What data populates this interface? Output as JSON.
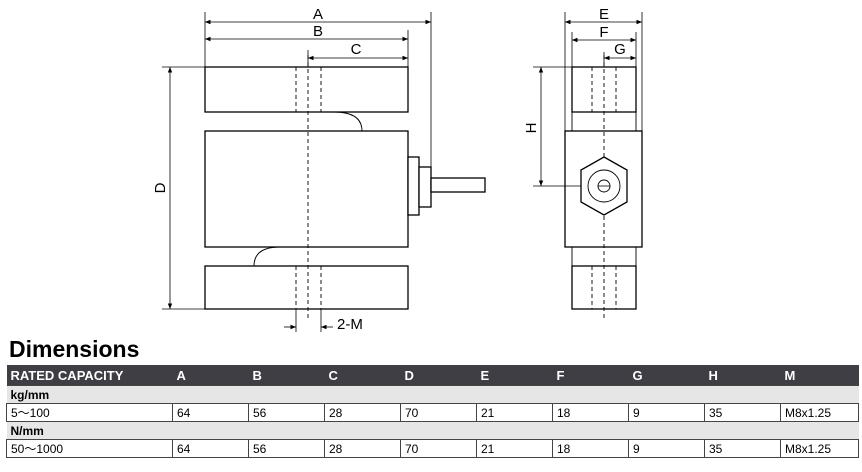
{
  "drawing": {
    "labels": {
      "A": "A",
      "B": "B",
      "C": "C",
      "D": "D",
      "E": "E",
      "F": "F",
      "G": "G",
      "H": "H",
      "M": "2-M"
    }
  },
  "title": "Dimensions",
  "table": {
    "headers": [
      "RATED CAPACITY",
      "A",
      "B",
      "C",
      "D",
      "E",
      "F",
      "G",
      "H",
      "M"
    ],
    "groups": [
      {
        "unit": "kg/mm",
        "row": [
          "5～100",
          "64",
          "56",
          "28",
          "70",
          "21",
          "18",
          "9",
          "35",
          "M8x1.25"
        ]
      },
      {
        "unit": "N/mm",
        "row": [
          "50～1000",
          "64",
          "56",
          "28",
          "70",
          "21",
          "18",
          "9",
          "35",
          "M8x1.25"
        ]
      }
    ]
  }
}
